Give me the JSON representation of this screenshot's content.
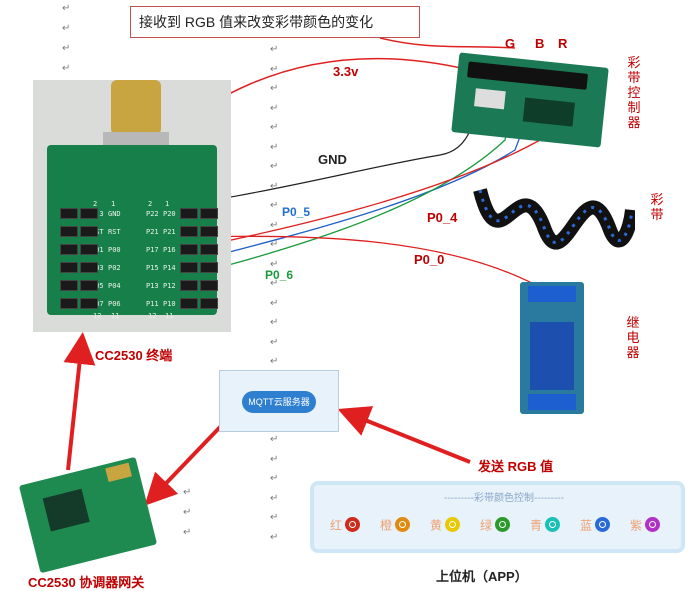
{
  "callout": "接收到 RGB 值来改变彩带颜色的变化",
  "paragraph_mark": "↵",
  "controller_pins": {
    "g": "G",
    "b": "B",
    "r": "R"
  },
  "controller_name": "彩带控制器",
  "strip_name": "彩带",
  "relay_name": "继电器",
  "wire_labels": {
    "v33": "3.3v",
    "gnd": "GND",
    "p05": "P0_5",
    "p06": "P0_6",
    "p04": "P0_4",
    "p00": "P0_0"
  },
  "terminal_name": "CC2530 终端",
  "cloud_name": "MQTT云服务器",
  "send_label": "发送 RGB 值",
  "gateway_name": "CC2530 协调器网关",
  "app_caption": "上位机（APP）",
  "app": {
    "title": "---------彩带颜色控制---------",
    "buttons": [
      {
        "label": "红",
        "color": "#d02a1a"
      },
      {
        "label": "橙",
        "color": "#e08a10"
      },
      {
        "label": "黄",
        "color": "#e8c800"
      },
      {
        "label": "绿",
        "color": "#2a9a2a"
      },
      {
        "label": "青",
        "color": "#18c0b8"
      },
      {
        "label": "蓝",
        "color": "#2a6ad8"
      },
      {
        "label": "紫",
        "color": "#b030c8"
      }
    ]
  },
  "board_pins_left": [
    "3.3",
    "RST",
    "P01",
    "P03",
    "P05",
    "P07"
  ],
  "board_pins_left_inner": [
    "GND",
    "RST",
    "P00",
    "P02",
    "P04",
    "P06"
  ],
  "board_pins_right_inner": [
    "P22",
    "P21",
    "P17",
    "P15",
    "P13",
    "P11"
  ],
  "board_pins_right": [
    "P20",
    "P21",
    "P16",
    "P14",
    "P12",
    "P10"
  ],
  "board_header": {
    "left_a": "2",
    "left_b": "1",
    "right_a": "2",
    "right_b": "1",
    "bottom_a": "12",
    "bottom_b": "11",
    "bottom_c": "12",
    "bottom_d": "11"
  }
}
